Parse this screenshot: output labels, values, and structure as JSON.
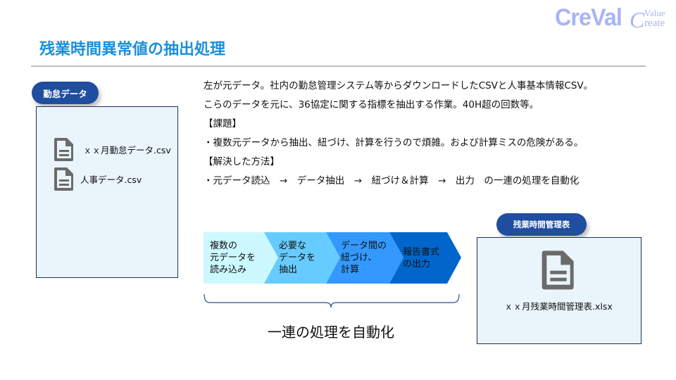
{
  "logo": {
    "brand": "CreVal",
    "sub_initial": "C",
    "sub_line1": "Value",
    "sub_line2": "reate"
  },
  "title": "残業時間異常値の抽出処理",
  "left_panel": {
    "badge": "勤怠データ",
    "files": [
      "ｘｘ月勤怠データ.csv",
      "人事データ.csv"
    ]
  },
  "description": {
    "lines": [
      "左が元データ。社内の勤怠管理システム等からダウンロードしたCSVと人事基本情報CSV。",
      "こらのデータを元に、36協定に関する指標を抽出する作業。40H超の回数等。",
      "【課題】",
      "・複数元データから抽出、紐づけ、計算を行うので煩雑。および計算ミスの危険がある。",
      "【解決した方法】",
      "・元データ読込　→　データ抽出　→　紐づけ＆計算　→　出力　の一連の処理を自動化"
    ]
  },
  "process": {
    "steps": [
      {
        "lines": [
          "複数の",
          "元データを",
          "読み込み"
        ],
        "color": "#ccf9ff",
        "text_color": "#111111"
      },
      {
        "lines": [
          "必要な",
          "データを",
          "抽出"
        ],
        "color": "#66ccff",
        "text_color": "#111111"
      },
      {
        "lines": [
          "データ間の",
          "紐づけ、",
          "計算"
        ],
        "color": "#3399ff",
        "text_color": "#111111"
      },
      {
        "lines": [
          "報告書式",
          "の出力"
        ],
        "color": "#0066cc",
        "text_color": "#111111"
      }
    ],
    "caption": "一連の処理を自動化"
  },
  "right_panel": {
    "badge": "残業時間管理表",
    "file": "ｘｘ月残業時間管理表.xlsx"
  }
}
